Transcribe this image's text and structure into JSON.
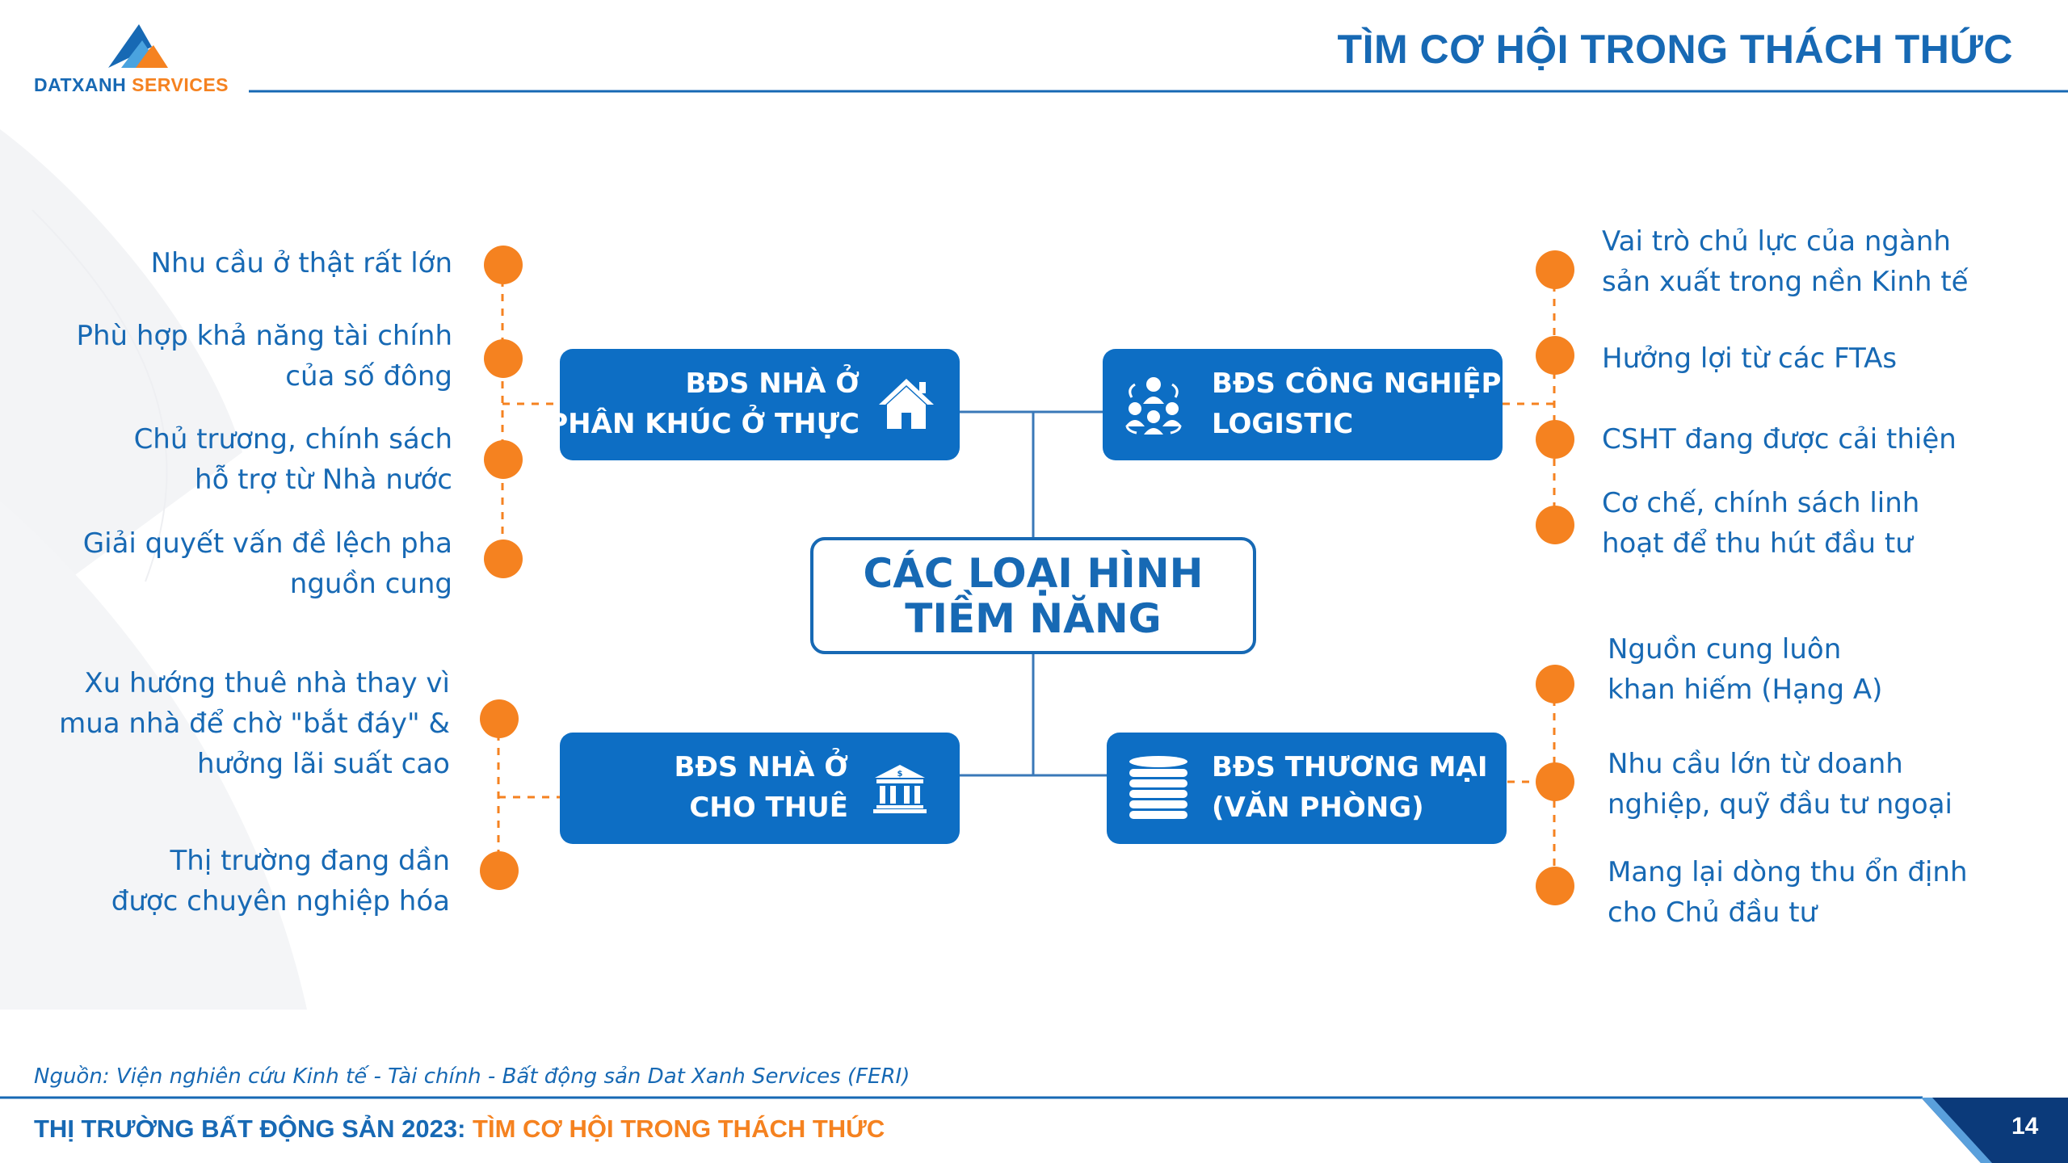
{
  "brand": {
    "name_part1": "DATXANH",
    "name_part2": "SERVICES"
  },
  "header": {
    "title": "TÌM CƠ HỘI TRONG THÁCH THỨC"
  },
  "center": {
    "line1": "CÁC LOẠI HÌNH",
    "line2": "TIỀM NĂNG"
  },
  "categories": {
    "residential_real": {
      "line1": "BĐS NHÀ Ở",
      "line2": "PHÂN KHÚC Ở THỰC",
      "icon": "house-icon"
    },
    "industrial": {
      "line1": "BĐS CÔNG NGHIỆP",
      "line2": "LOGISTIC",
      "icon": "people-network-icon"
    },
    "rental": {
      "line1": "BĐS NHÀ Ở",
      "line2": "CHO THUÊ",
      "icon": "bank-icon"
    },
    "commercial": {
      "line1": "BĐS THƯƠNG MẠI",
      "line2": "(VĂN PHÒNG)",
      "icon": "coin-stack-icon"
    }
  },
  "items": {
    "residential_real": [
      [
        "Nhu cầu ở thật rất lớn"
      ],
      [
        "Phù hợp khả năng tài chính",
        "của số đông"
      ],
      [
        "Chủ trương, chính sách",
        "hỗ trợ từ Nhà nước"
      ],
      [
        "Giải quyết vấn đề lệch pha",
        "nguồn cung"
      ]
    ],
    "rental": [
      [
        "Xu hướng thuê nhà thay vì",
        "mua nhà để chờ \"bắt đáy\" &",
        "hưởng lãi suất cao"
      ],
      [
        "Thị trường đang dần",
        "được chuyên nghiệp hóa"
      ]
    ],
    "industrial": [
      [
        "Vai trò chủ lực của ngành",
        "sản xuất trong nền Kinh tế"
      ],
      [
        "Hưởng lợi từ các FTAs"
      ],
      [
        "CSHT đang được cải thiện"
      ],
      [
        "Cơ chế, chính sách linh",
        "hoạt để thu hút đầu tư"
      ]
    ],
    "commercial": [
      [
        "Nguồn cung luôn",
        "khan hiếm (Hạng A)"
      ],
      [
        "Nhu cầu lớn từ doanh",
        "nghiệp, quỹ đầu tư ngoại"
      ],
      [
        "Mang lại dòng thu ổn định",
        "cho Chủ đầu tư"
      ]
    ]
  },
  "source": "Nguồn: Viện nghiên cứu Kinh tế - Tài chính - Bất động sản Dat Xanh Services (FERI)",
  "footer": {
    "part1": "THỊ TRƯỜNG BẤT ĐỘNG SẢN 2023: ",
    "part2": "TÌM CƠ HỘI TRONG THÁCH THỨC",
    "page": "14"
  },
  "colors": {
    "primary_blue": "#1769b4",
    "box_blue": "#0d6ec4",
    "accent_orange": "#f58220",
    "footer_navy": "#0b3a7a"
  }
}
